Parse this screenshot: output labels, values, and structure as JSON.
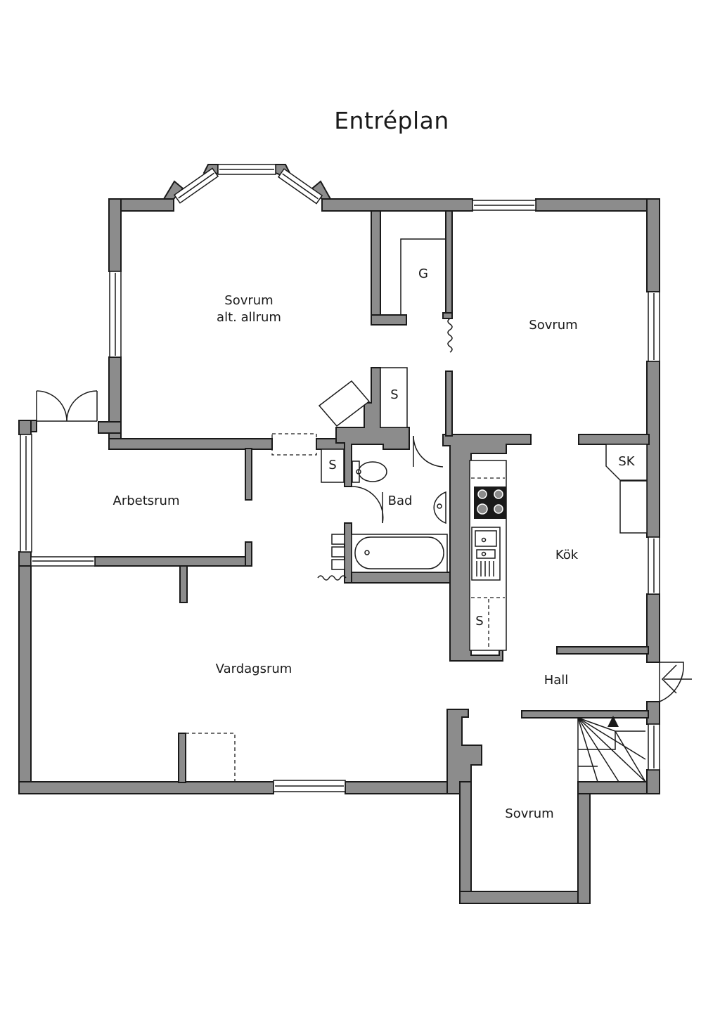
{
  "title": "Entréplan",
  "rooms": {
    "sovrum_allrum_line1": "Sovrum",
    "sovrum_allrum_line2": "alt. allrum",
    "garderob": "G",
    "sovrum_east": "Sovrum",
    "arbetsrum": "Arbetsrum",
    "bad": "Bad",
    "kok": "Kök",
    "vardagsrum": "Vardagsrum",
    "hall": "Hall",
    "sovrum_south": "Sovrum",
    "skap_hall": "S",
    "skap_bad": "S",
    "skap_kok": "S",
    "skafferi": "SK"
  },
  "colors": {
    "wall": "#8c8c8c",
    "line": "#1a1a1a",
    "background": "#ffffff"
  }
}
